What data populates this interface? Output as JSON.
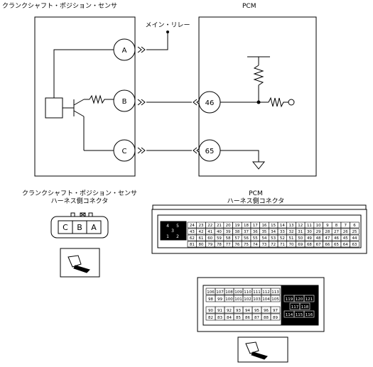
{
  "title_sensor": "クランクシャフト・ポジション・センサ",
  "title_pcm": "PCM",
  "main_relay": "メイン・リレー",
  "sensor_terminals": [
    "A",
    "B",
    "C"
  ],
  "pcm_terminals": [
    "46",
    "65"
  ],
  "sensor_connector": {
    "title_line1": "クランクシャフト・ポジション・センサ",
    "title_line2": "ハーネス側コネクタ",
    "pins": [
      "C",
      "B",
      "A"
    ]
  },
  "pcm_connector": {
    "title_line1": "PCM",
    "title_line2": "ハーネス側コネクタ",
    "block1_left": [
      "4",
      "5",
      "3",
      "1",
      "2"
    ],
    "block1_rows": [
      [
        "24",
        "23",
        "22",
        "21",
        "20",
        "19",
        "18",
        "17",
        "16",
        "15",
        "14",
        "13",
        "12",
        "11",
        "10",
        "9",
        "8",
        "7",
        "6"
      ],
      [
        "43",
        "42",
        "41",
        "40",
        "39",
        "38",
        "37",
        "36",
        "35",
        "34",
        "33",
        "32",
        "31",
        "30",
        "29",
        "28",
        "27",
        "26",
        "25"
      ],
      [
        "62",
        "61",
        "60",
        "59",
        "58",
        "57",
        "56",
        "55",
        "54",
        "53",
        "52",
        "51",
        "50",
        "49",
        "48",
        "47",
        "46",
        "45",
        "44"
      ],
      [
        "81",
        "80",
        "79",
        "78",
        "77",
        "76",
        "75",
        "74",
        "73",
        "72",
        "71",
        "70",
        "69",
        "68",
        "67",
        "66",
        "65",
        "64",
        "63"
      ]
    ],
    "block2_rows": [
      [
        "106",
        "107",
        "108",
        "109",
        "110",
        "111",
        "112",
        "113"
      ],
      [
        "98",
        "99",
        "100",
        "101",
        "102",
        "103",
        "104",
        "105"
      ],
      [
        "90",
        "91",
        "92",
        "93",
        "94",
        "95",
        "96",
        "97"
      ],
      [
        "82",
        "83",
        "84",
        "85",
        "86",
        "87",
        "88",
        "89"
      ]
    ],
    "block2_right": [
      [
        "119",
        "120",
        "121"
      ],
      [
        "117",
        "118"
      ],
      [
        "114",
        "115",
        "116"
      ]
    ]
  }
}
